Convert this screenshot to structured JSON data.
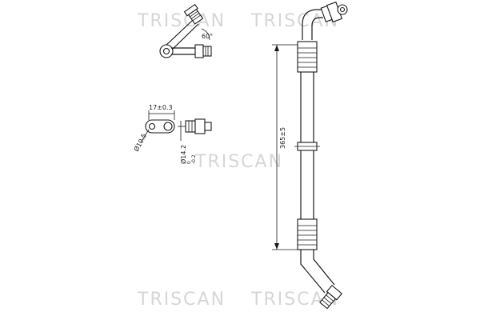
{
  "watermarks": {
    "top_left": "TRISCAN",
    "top_right": "TRISCAN",
    "middle": "TRISCAN",
    "bottom_left": "TRISCAN",
    "bottom_right": "TRISCAN"
  },
  "dimensions": {
    "angle": "60°",
    "width_tolerance": "17±0.3",
    "hole_diameter": "Ø10.5",
    "fitting_diameter": "Ø14.2",
    "fitting_tolerance_upper": "0",
    "fitting_tolerance_lower": "-0.2",
    "total_length": "365±5"
  },
  "colors": {
    "line": "#1a1a1a",
    "watermark": "#d6d6d6"
  }
}
